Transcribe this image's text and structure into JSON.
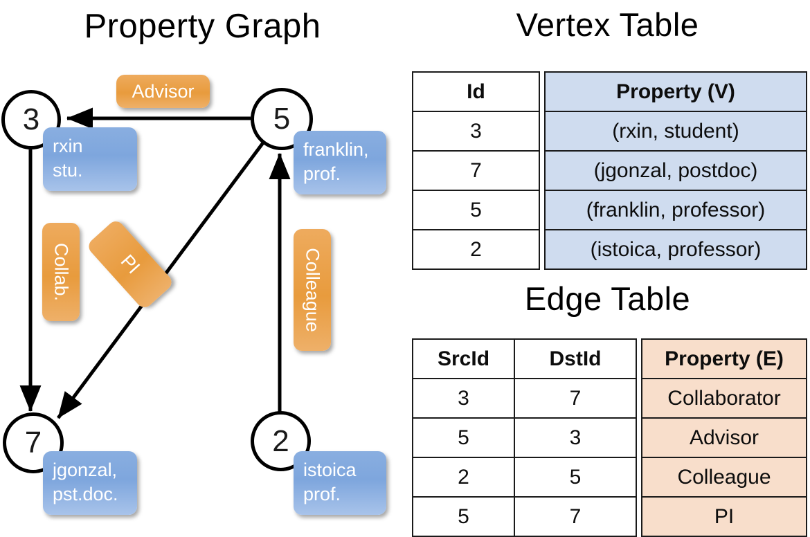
{
  "titles": {
    "property_graph": "Property Graph",
    "vertex_table": "Vertex Table",
    "edge_table": "Edge Table"
  },
  "graph": {
    "nodes": [
      {
        "id": "3",
        "label": "3",
        "property_line1": "rxin",
        "property_line2": "stu."
      },
      {
        "id": "5",
        "label": "5",
        "property_line1": "franklin,",
        "property_line2": "prof."
      },
      {
        "id": "7",
        "label": "7",
        "property_line1": "jgonzal,",
        "property_line2": "pst.doc."
      },
      {
        "id": "2",
        "label": "2",
        "property_line1": "istoica",
        "property_line2": "prof."
      }
    ],
    "edge_labels": [
      {
        "name": "advisor",
        "text": "Advisor",
        "orientation": "horizontal"
      },
      {
        "name": "collab",
        "text": "Collab.",
        "orientation": "vertical"
      },
      {
        "name": "pi",
        "text": "PI",
        "orientation": "diagonal"
      },
      {
        "name": "colleague",
        "text": "Colleague",
        "orientation": "vertical"
      }
    ]
  },
  "vertex_table": {
    "headers": [
      "Id",
      "Property (V)"
    ],
    "rows": [
      {
        "id": "3",
        "property": "(rxin, student)"
      },
      {
        "id": "7",
        "property": "(jgonzal, postdoc)"
      },
      {
        "id": "5",
        "property": "(franklin, professor)"
      },
      {
        "id": "2",
        "property": "(istoica, professor)"
      }
    ]
  },
  "edge_table": {
    "headers": [
      "SrcId",
      "DstId",
      "Property (E)"
    ],
    "rows": [
      {
        "src": "3",
        "dst": "7",
        "property": "Collaborator"
      },
      {
        "src": "5",
        "dst": "3",
        "property": "Advisor"
      },
      {
        "src": "2",
        "dst": "5",
        "property": "Colleague"
      },
      {
        "src": "5",
        "dst": "7",
        "property": "PI"
      }
    ]
  },
  "colors": {
    "vertex_property_fill": "#cfdcef",
    "edge_property_fill": "#f8decb",
    "node_callout_blue": "#8fb4e3",
    "edge_callout_orange": "#e9a64e",
    "stroke": "#000000"
  }
}
